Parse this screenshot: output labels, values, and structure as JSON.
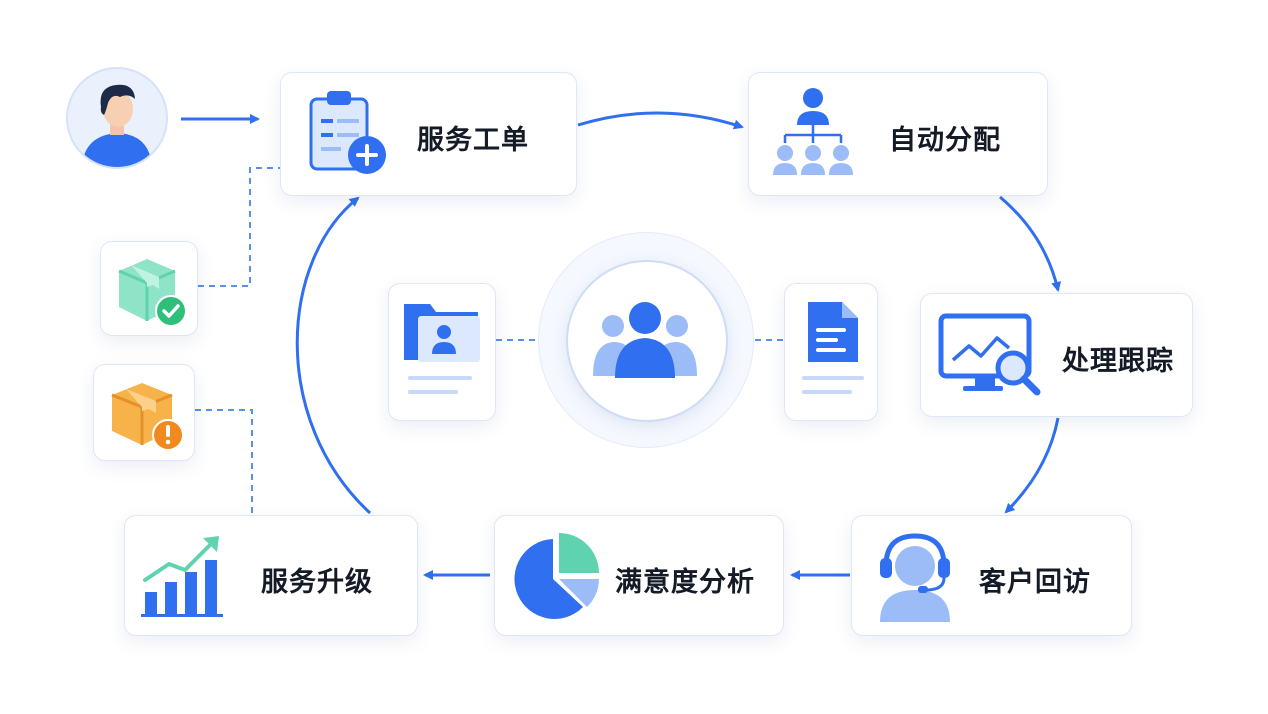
{
  "steps": {
    "ticket": "服务工单",
    "assign": "自动分配",
    "track": "处理跟踪",
    "revisit": "客户回访",
    "analysis": "满意度分析",
    "upgrade": "服务升级"
  },
  "colors": {
    "primary": "#2f6ff0",
    "light": "#9bbcf6",
    "pale": "#e9f0fd",
    "teal": "#5fd3b0",
    "orange": "#f08a1e",
    "green": "#2fbf7a"
  },
  "icons": [
    "user-avatar-icon",
    "clipboard-plus-icon",
    "org-chart-icon",
    "monitor-search-icon",
    "headset-icon",
    "pie-chart-icon",
    "growth-chart-icon",
    "box-check-icon",
    "box-alert-icon",
    "folder-profile-icon",
    "document-icon",
    "team-icon"
  ]
}
